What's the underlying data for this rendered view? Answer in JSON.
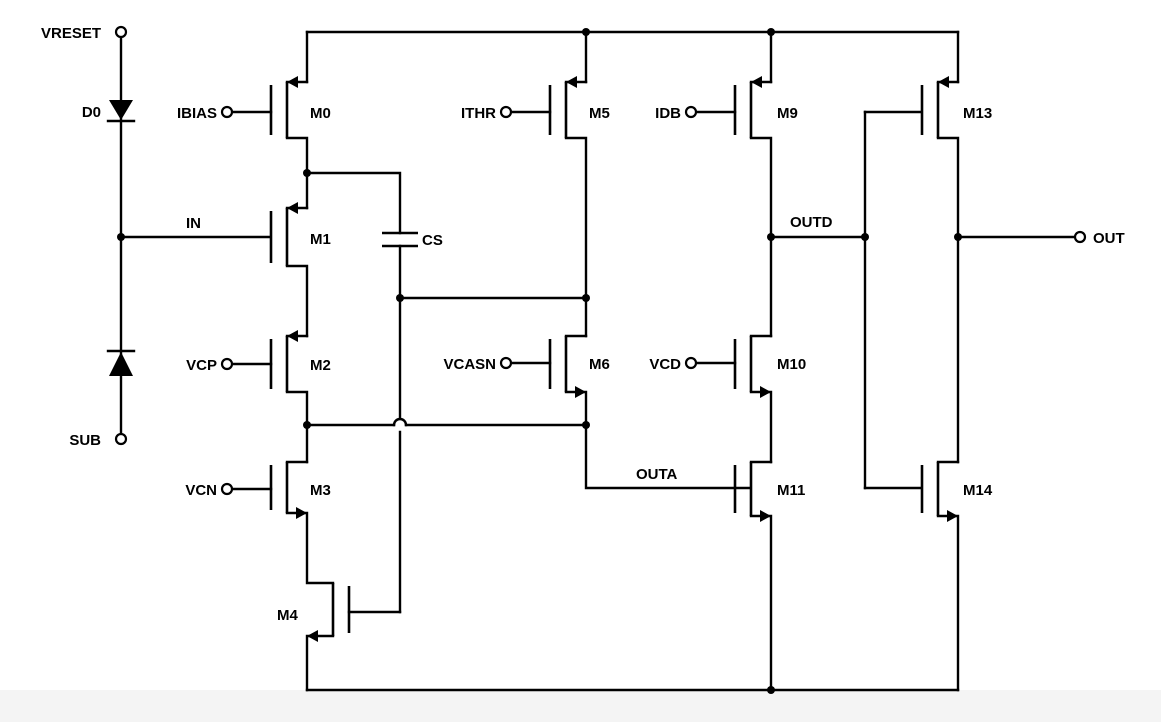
{
  "pins": {
    "vreset": "VRESET",
    "sub": "SUB",
    "ibias": "IBIAS",
    "vcp": "VCP",
    "vcn": "VCN",
    "ithr": "ITHR",
    "vcasn": "VCASN",
    "idb": "IDB",
    "vcd": "VCD",
    "out": "OUT"
  },
  "nets": {
    "in": "IN",
    "outa": "OUTA",
    "outd": "OUTD"
  },
  "components": {
    "d0": "D0",
    "cs": "CS",
    "m0": "M0",
    "m1": "M1",
    "m2": "M2",
    "m3": "M3",
    "m4": "M4",
    "m5": "M5",
    "m6": "M6",
    "m9": "M9",
    "m10": "M10",
    "m11": "M11",
    "m13": "M13",
    "m14": "M14"
  }
}
